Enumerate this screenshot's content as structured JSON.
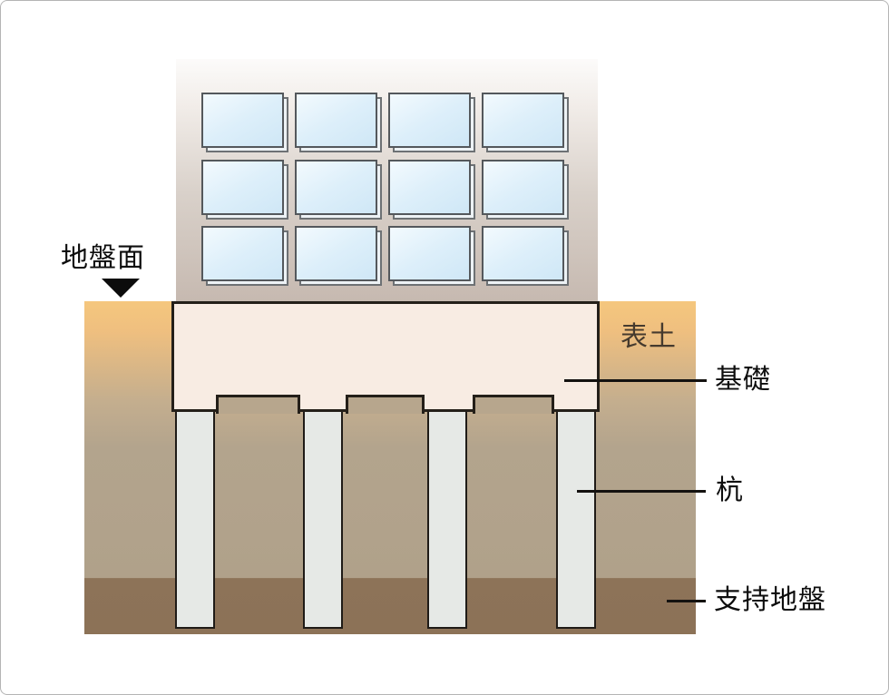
{
  "diagram": {
    "type": "pile-foundation-cross-section",
    "labels": {
      "ground_surface": "地盤面",
      "topsoil": "表土",
      "foundation": "基礎",
      "pile": "杭",
      "bearing_stratum": "支持地盤"
    },
    "structure": {
      "window_rows": 3,
      "window_cols": 4,
      "pile_count": 4
    },
    "palette": {
      "topsoil_orange": "#f5c77e",
      "soil_brown": "#b2a38c",
      "bearing_stratum_brown": "#8d7358",
      "foundation_cream": "#f8ece3",
      "pile_gray": "#e6e9e6",
      "window_blue": "#d9edf9",
      "building_taupe": "#c6b9b0",
      "outline_black": "#241f19"
    }
  }
}
